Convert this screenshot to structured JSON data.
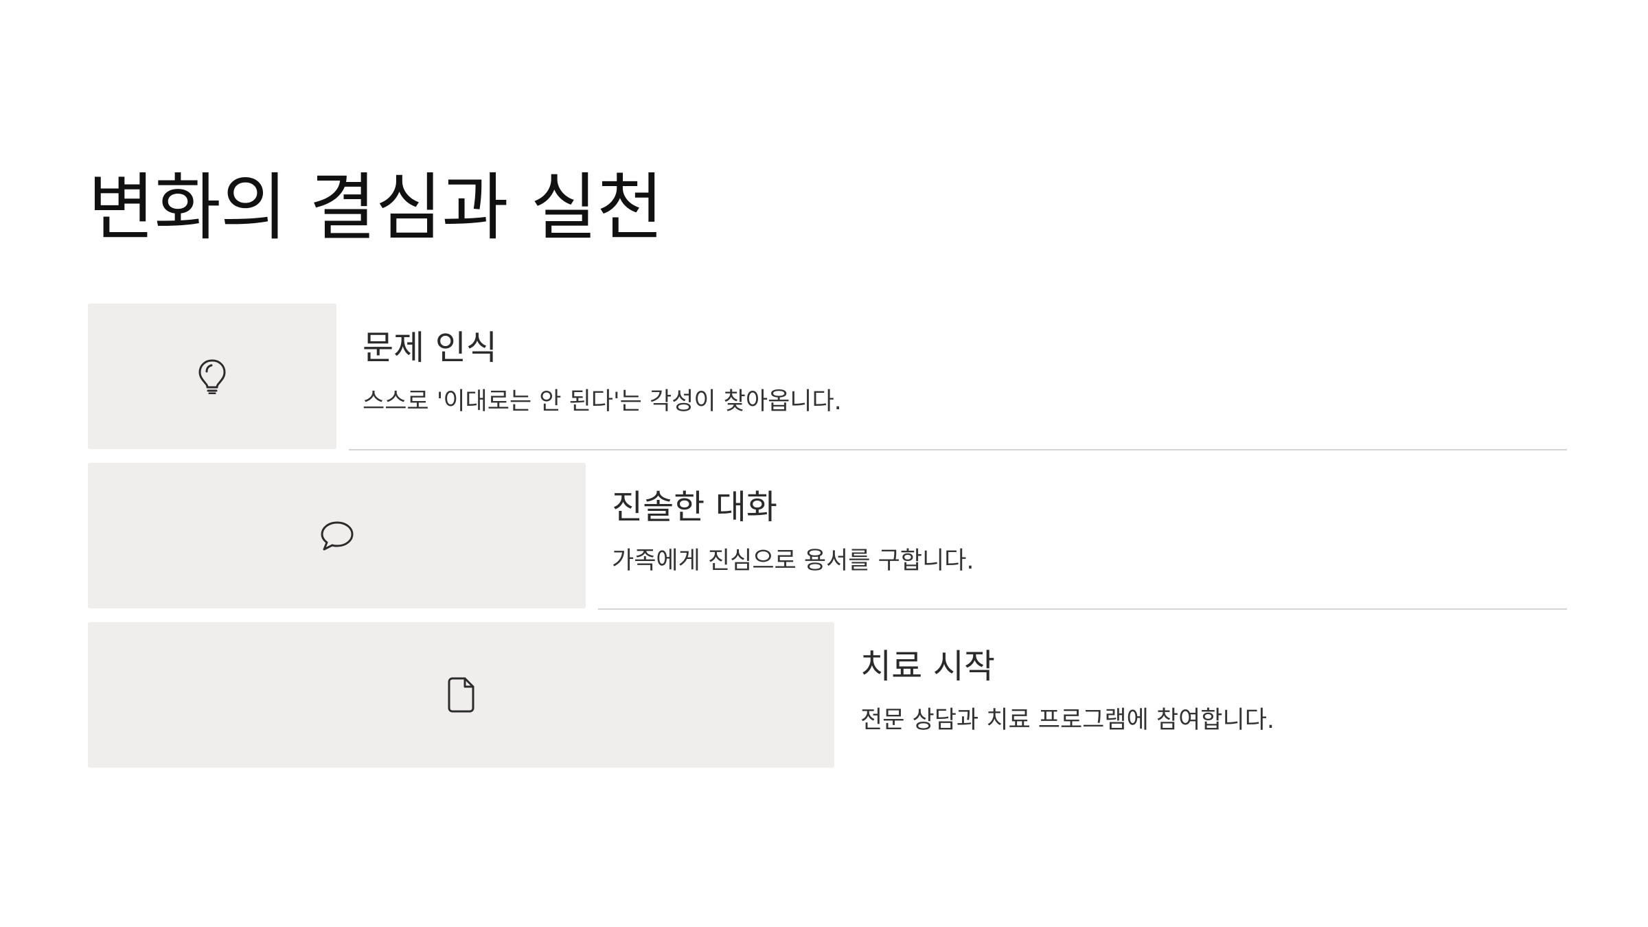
{
  "slide": {
    "title": "변화의 결심과 실천"
  },
  "steps": [
    {
      "heading": "문제 인식",
      "description": "스스로 '이대로는 안 된다'는 각성이 찾아옵니다.",
      "icon": "lightbulb-icon"
    },
    {
      "heading": "진솔한 대화",
      "description": "가족에게 진심으로 용서를 구합니다.",
      "icon": "speech-bubble-icon"
    },
    {
      "heading": "치료 시작",
      "description": "전문 상담과 치료 프로그램에 참여합니다.",
      "icon": "document-icon"
    }
  ],
  "colors": {
    "box_background": "#f0eded",
    "divider": "#d4d4d4",
    "title_text": "#111111",
    "body_text": "#333333"
  }
}
